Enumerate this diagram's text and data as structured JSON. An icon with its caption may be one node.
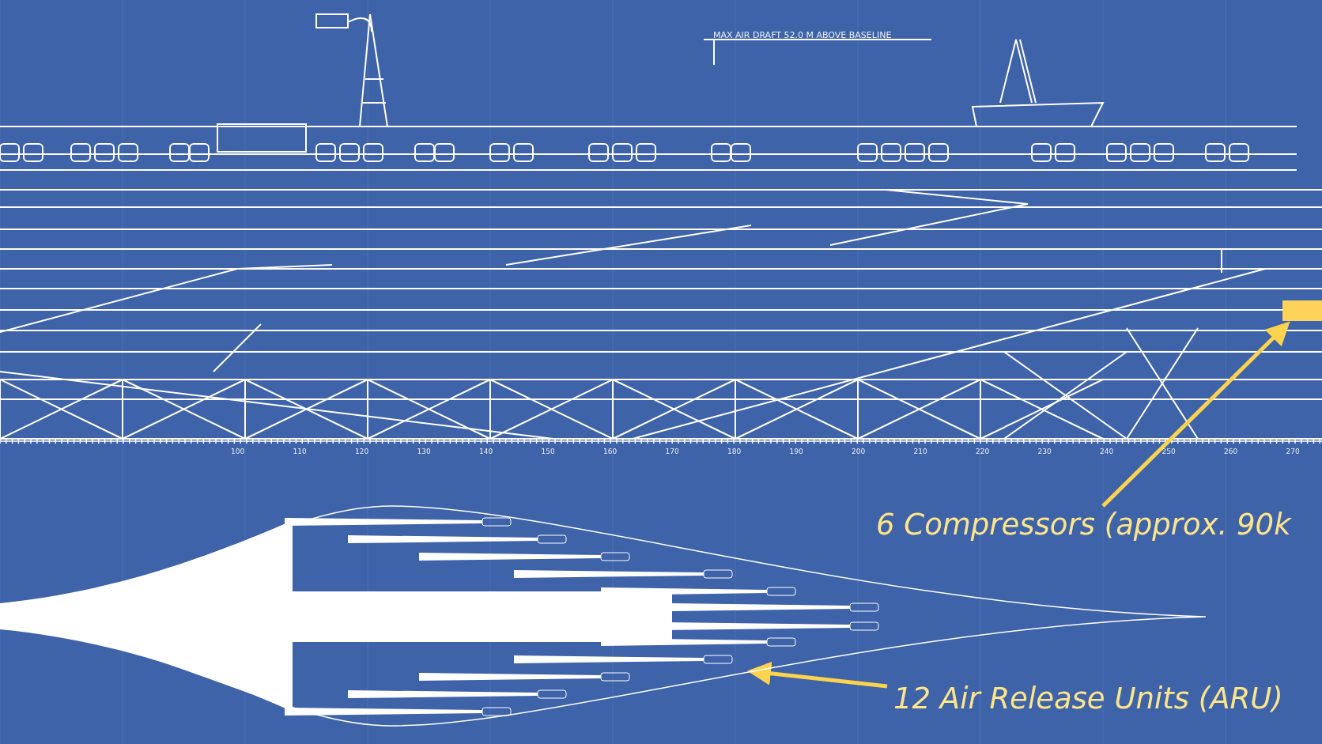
{
  "diagram": {
    "nodes": [
      {
        "text": [
          "6 Compressors (approx. 90k"
        ]
      },
      {
        "text": [],
        "shape": "box"
      },
      {
        "text": [
          "12 Air Release Units (ARU)"
        ]
      },
      {
        "text": [],
        "shape": "picture"
      }
    ],
    "edges": [
      {
        "from": 0,
        "to": 1,
        "arrow": "to"
      },
      {
        "from": 2,
        "to": 3,
        "arrow": "to"
      }
    ],
    "labels": [
      "MAX AIR DRAFT 52.0 M ABOVE BASELINE",
      "100",
      "110",
      "120",
      "130",
      "140",
      "150",
      "160",
      "170",
      "180",
      "190",
      "200",
      "210",
      "220",
      "230",
      "240",
      "250",
      "260",
      "270"
    ]
  }
}
